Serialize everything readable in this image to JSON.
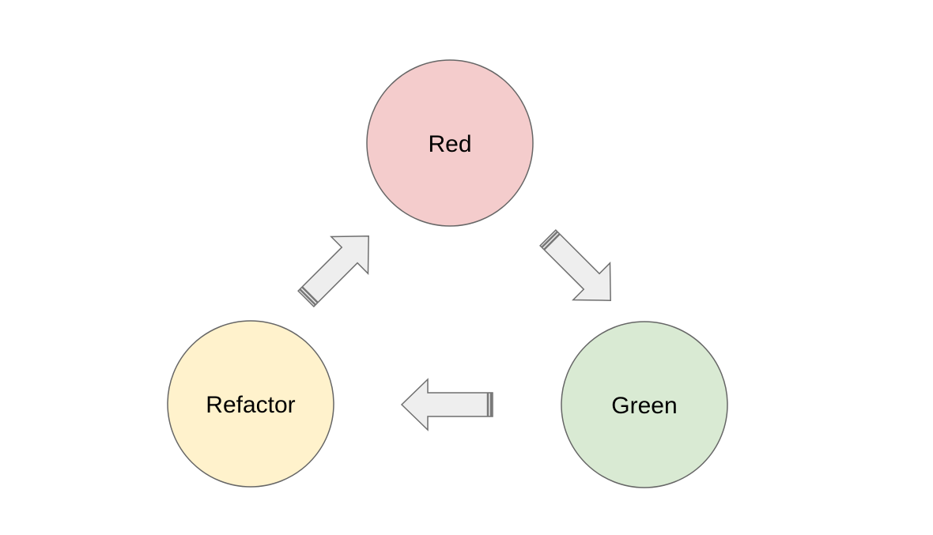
{
  "diagram": {
    "nodes": [
      {
        "id": "red",
        "label": "Red",
        "fill": "#f4cccc",
        "stroke": "#666666"
      },
      {
        "id": "green",
        "label": "Green",
        "fill": "#d9ead3",
        "stroke": "#666666"
      },
      {
        "id": "refactor",
        "label": "Refactor",
        "fill": "#fff2cc",
        "stroke": "#666666"
      }
    ],
    "edges": [
      {
        "from": "red",
        "to": "green"
      },
      {
        "from": "green",
        "to": "refactor"
      },
      {
        "from": "refactor",
        "to": "red"
      }
    ],
    "arrow_style": {
      "fill": "#eeeeee",
      "stroke": "#6f6f6f",
      "tail_stripe_color": "#777777"
    }
  }
}
